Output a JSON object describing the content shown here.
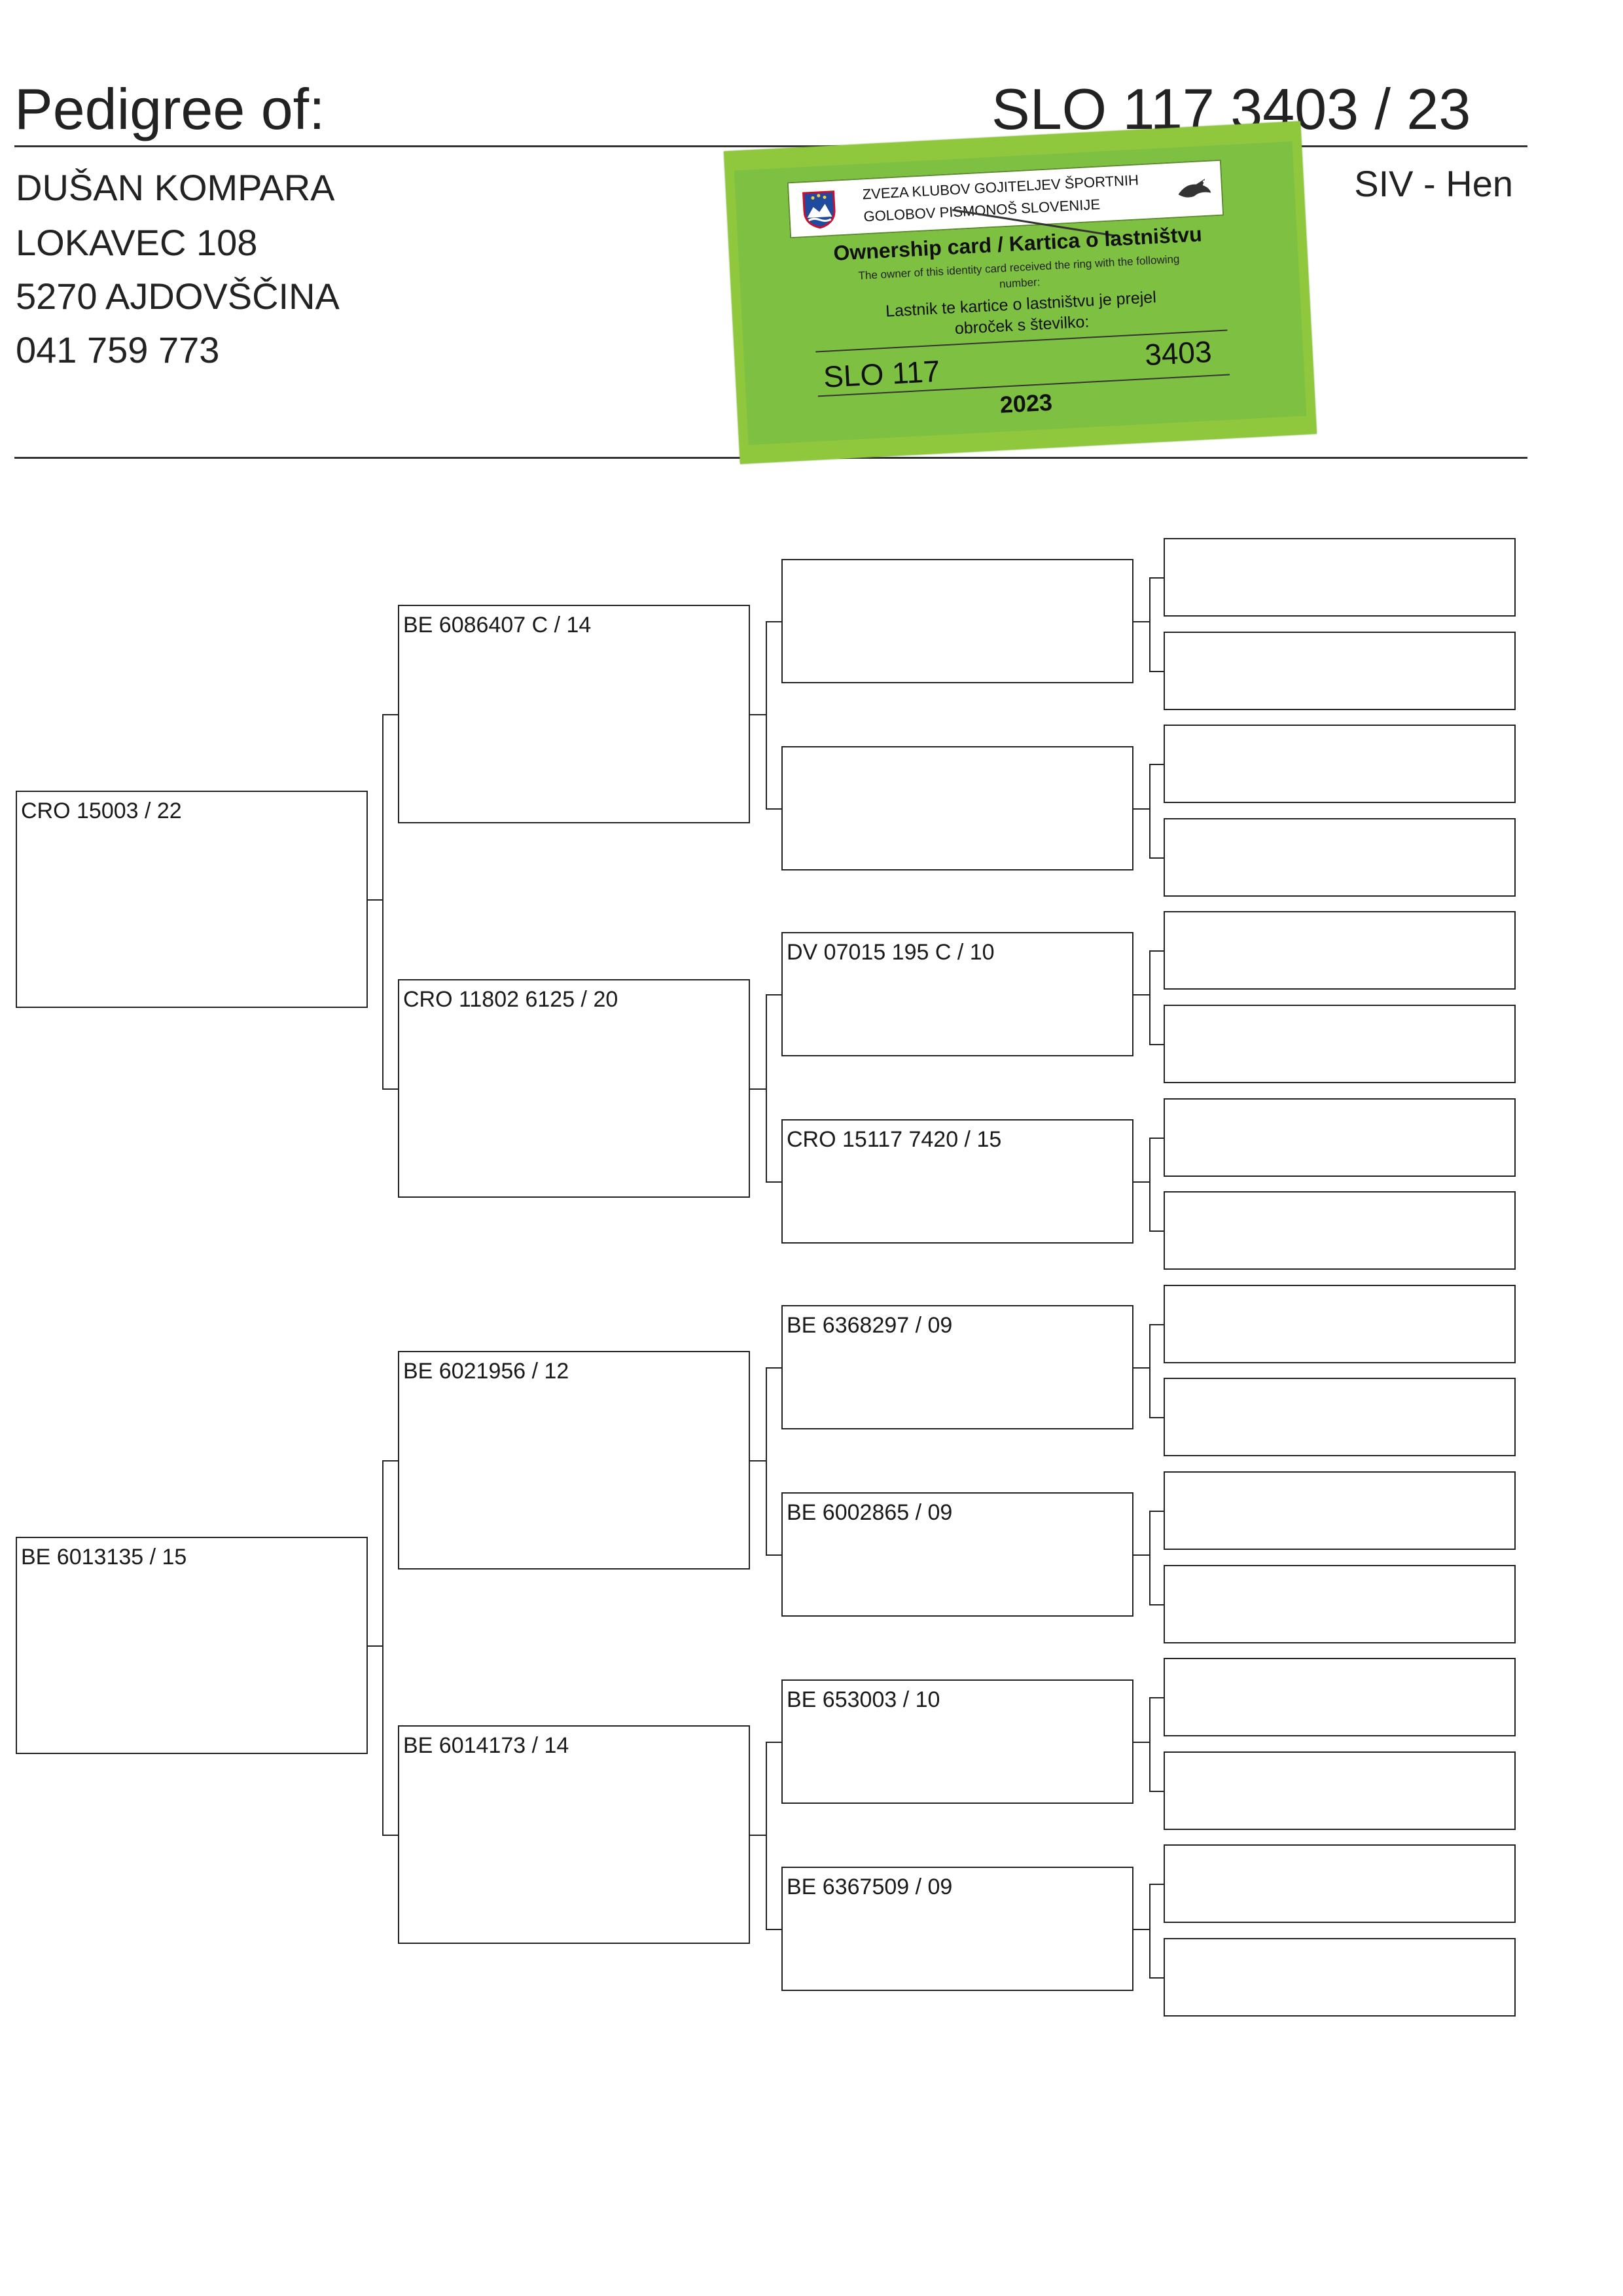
{
  "header": {
    "title": "Pedigree of:",
    "ring": "SLO 117 3403 / 23",
    "sex": "SIV - Hen"
  },
  "owner": {
    "name": "DUŠAN KOMPARA",
    "street": "LOKAVEC 108",
    "city": "5270 AJDOVŠČINA",
    "phone": "041 759 773"
  },
  "card": {
    "association_line1": "ZVEZA KLUBOV GOJITELJEV ŠPORTNIH",
    "association_line2": "GOLOBOV PISMONOŠ SLOVENIJE",
    "title": "Ownership card / Kartica o lastništvu",
    "en_line1": "The owner of this identity card received the ring with the following",
    "en_line2": "number:",
    "sl_line1": "Lastnik te kartice o lastništvu je prejel",
    "sl_line2": "obroček s številko:",
    "ring_prefix": "SLO 117",
    "ring_number": "3403",
    "year": "2023",
    "colors": {
      "card": "#8fc83c",
      "inner": "#7ec142"
    }
  },
  "pedigree": {
    "parents": [
      {
        "label": "CRO 15003 / 22"
      },
      {
        "label": "BE 6013135 / 15"
      }
    ],
    "grandparents": [
      {
        "label": "BE 6086407 C / 14"
      },
      {
        "label": "CRO 11802 6125 / 20"
      },
      {
        "label": "BE 6021956 / 12"
      },
      {
        "label": "BE 6014173 / 14"
      }
    ],
    "great_grandparents": [
      {
        "label": ""
      },
      {
        "label": ""
      },
      {
        "label": "DV 07015 195 C / 10"
      },
      {
        "label": "CRO 15117 7420 / 15"
      },
      {
        "label": "BE 6368297 / 09"
      },
      {
        "label": "BE 6002865 / 09"
      },
      {
        "label": "BE 653003 / 10"
      },
      {
        "label": "BE 6367509 / 09"
      }
    ],
    "gen4": [
      "",
      "",
      "",
      "",
      "",
      "",
      "",
      "",
      "",
      "",
      "",
      "",
      "",
      "",
      "",
      ""
    ]
  }
}
